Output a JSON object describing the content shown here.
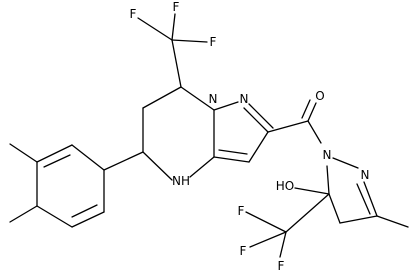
{
  "molecule": {
    "labels": {
      "f_top_1": "F",
      "f_top_2": "F",
      "f_top_3": "F",
      "n_ring_bridge": "N",
      "n_ring_pyrazole": "N",
      "nh": "NH",
      "o_carbonyl": "O",
      "n_pyrazoline_1": "N",
      "n_pyrazoline_2": "N",
      "ho": "HO",
      "f_bottom_1": "F",
      "f_bottom_2": "F",
      "f_bottom_3": "F"
    }
  }
}
